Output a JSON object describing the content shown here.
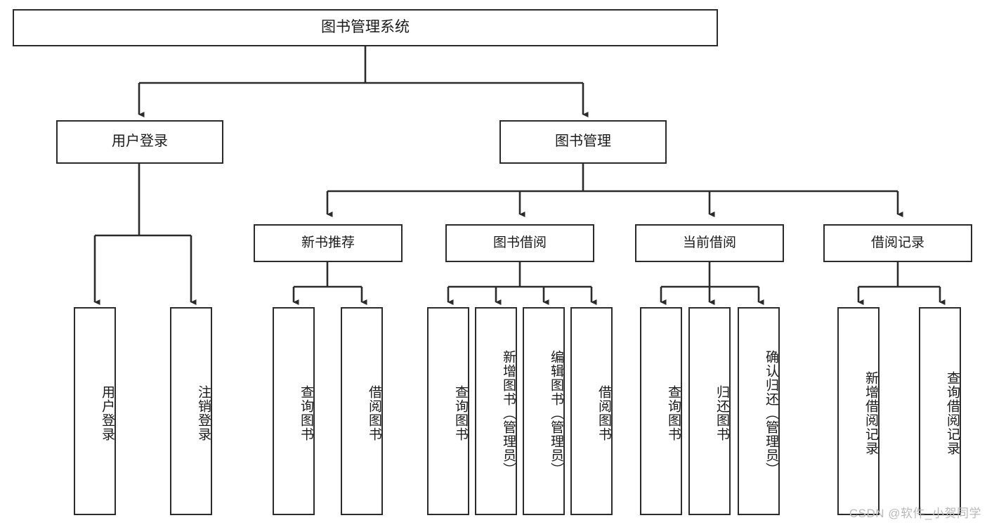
{
  "diagram": {
    "title": "图书管理系统",
    "type": "tree-hierarchy-diagram",
    "colors": {
      "stroke": "#2b2b2b",
      "fill": "#ffffff",
      "text": "#1a1a1a",
      "watermark": "#b9b9b9"
    },
    "root": {
      "label": "图书管理系统"
    },
    "level1": [
      {
        "label": "用户登录"
      },
      {
        "label": "图书管理"
      }
    ],
    "level2": [
      {
        "label": "新书推荐"
      },
      {
        "label": "图书借阅"
      },
      {
        "label": "当前借阅"
      },
      {
        "label": "借阅记录"
      }
    ],
    "leaves": {
      "user_login": [
        {
          "label": "用户登录"
        },
        {
          "label": "注销登录"
        }
      ],
      "new_book_recommend": [
        {
          "label": "查询图书"
        },
        {
          "label": "借阅图书"
        }
      ],
      "book_borrow": [
        {
          "label": "查询图书"
        },
        {
          "label": "新增图书（管理员）"
        },
        {
          "label": "编辑图书（管理员）"
        },
        {
          "label": "借阅图书"
        }
      ],
      "current_borrow": [
        {
          "label": "查询图书"
        },
        {
          "label": "归还图书"
        },
        {
          "label": "确认归还（管理员）"
        }
      ],
      "borrow_record": [
        {
          "label": "新增借阅记录"
        },
        {
          "label": "查询借阅记录"
        }
      ]
    },
    "watermark": "CSDN @软件_小贺同学"
  }
}
